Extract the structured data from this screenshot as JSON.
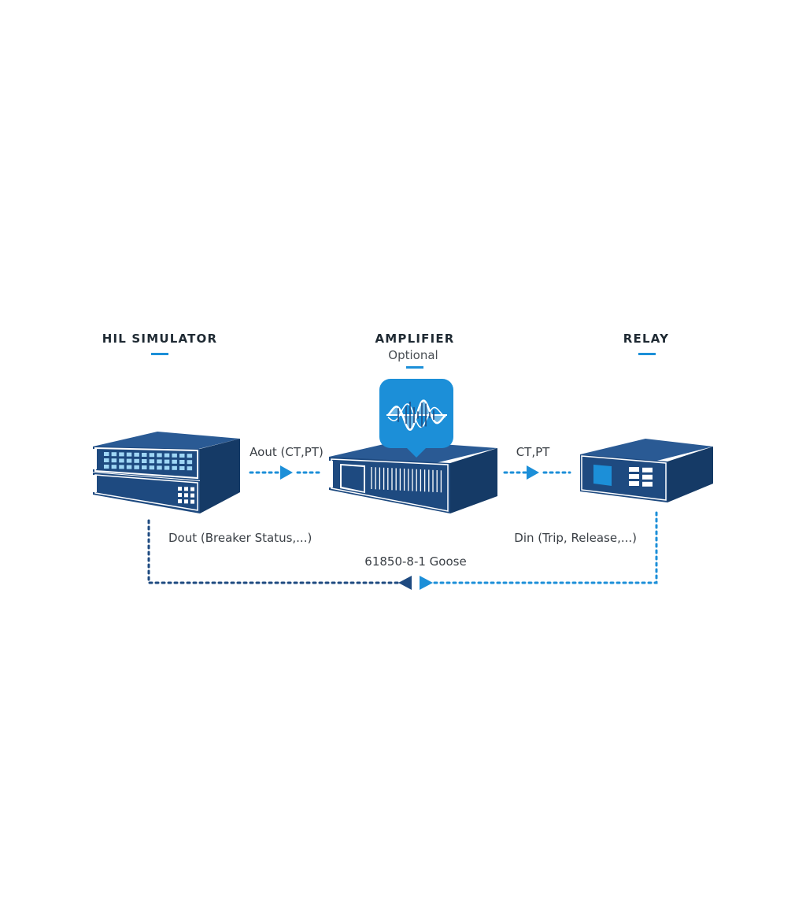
{
  "nodes": {
    "hil": {
      "title": "HIL SIMULATOR"
    },
    "amplifier": {
      "title": "AMPLIFIER",
      "subtitle": "Optional"
    },
    "relay": {
      "title": "RELAY"
    }
  },
  "links": {
    "aout": "Aout (CT,PT)",
    "ctpt": "CT,PT",
    "dout": "Dout (Breaker Status,...)",
    "din": "Din (Trip, Release,...)",
    "goose": "61850-8-1 Goose"
  },
  "colors": {
    "navy": "#1e4a80",
    "navy_dark": "#153a66",
    "navy_light": "#2a5a94",
    "accent_blue": "#1c8fd8",
    "underline": "#1c8fd8",
    "text_dark": "#1f2a33"
  },
  "icons": {
    "hil": "hil-simulator-rack-icon",
    "amplifier": "amplifier-device-icon",
    "waveform": "sine-waveform-icon",
    "relay": "protection-relay-icon"
  }
}
